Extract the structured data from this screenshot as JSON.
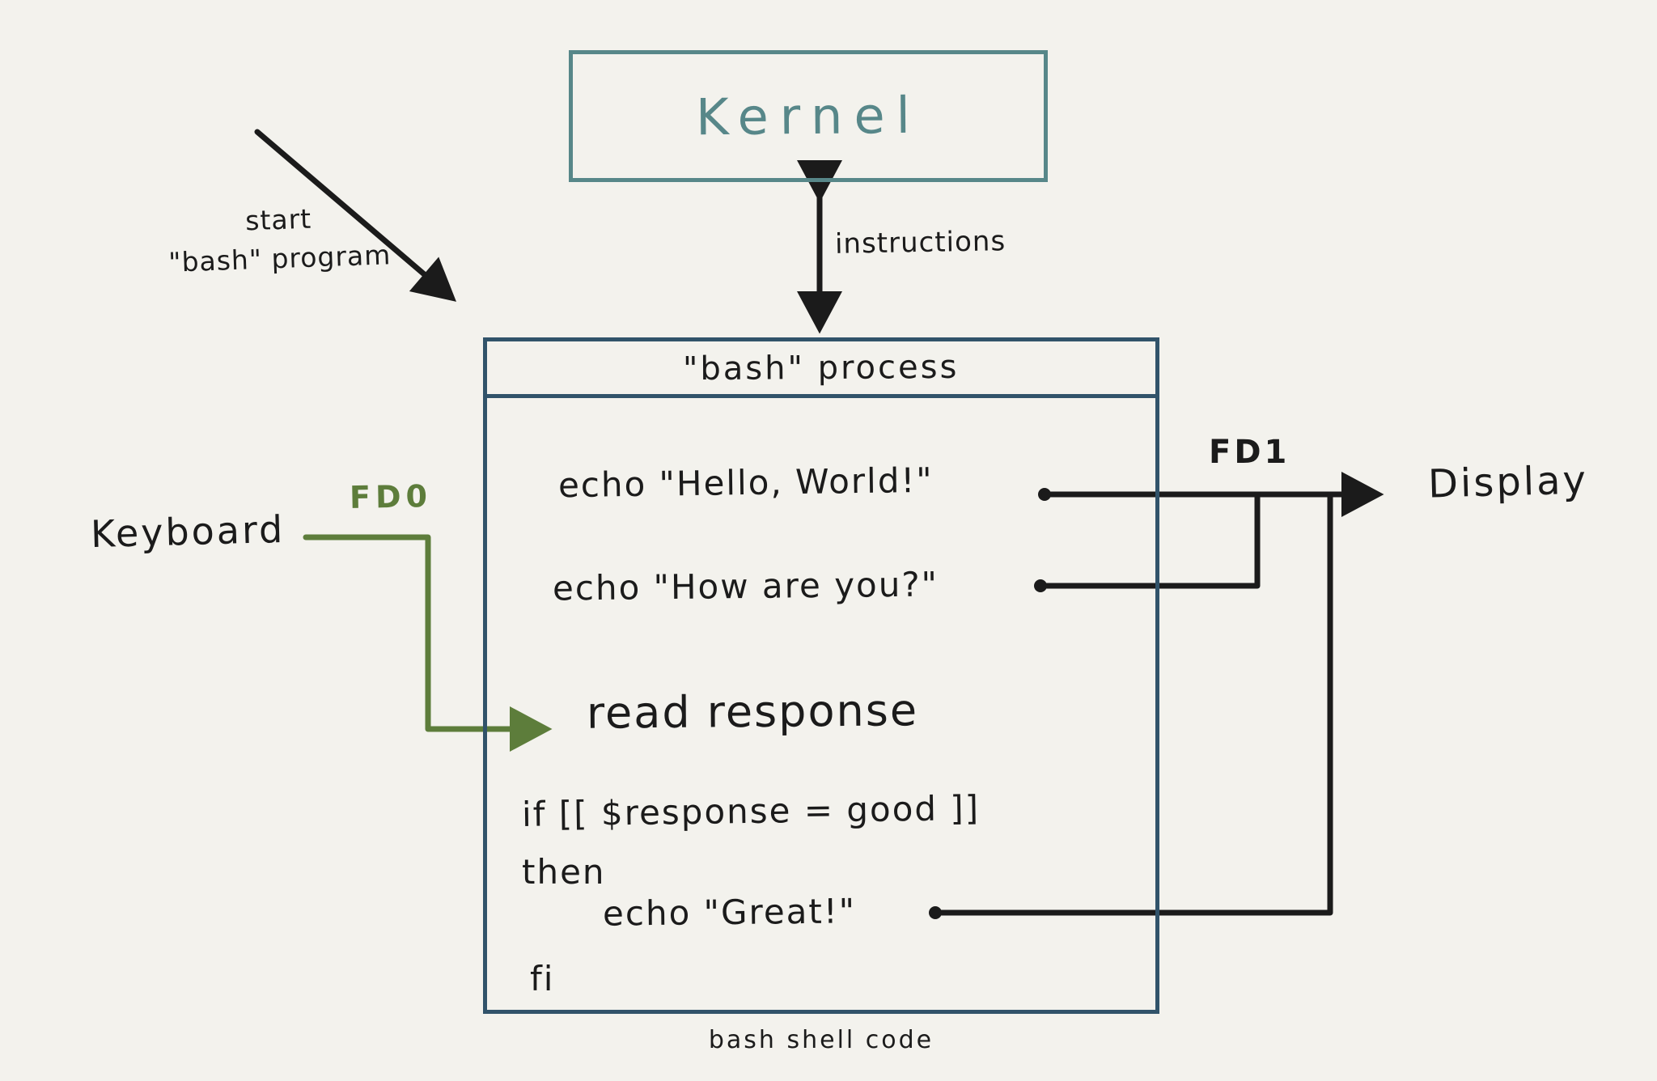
{
  "colors": {
    "background": "#f3f2ed",
    "teal": "#578789",
    "slate": "#31536a",
    "green": "#5d7d3b",
    "ink": "#1b1b1b"
  },
  "kernel": {
    "label": "Kernel"
  },
  "start_annotation": {
    "line1": "start",
    "line2": "\"bash\" program"
  },
  "instructions_label": "instructions",
  "process": {
    "title": "\"bash\" process",
    "code_lines": [
      "echo \"Hello, World!\"",
      "echo \"How are you?\"",
      "read response",
      "if [[ $response = good ]]",
      "then",
      "echo \"Great!\"",
      "fi"
    ],
    "caption": "bash shell code"
  },
  "keyboard_label": "Keyboard",
  "fd0_label": "FD0",
  "fd1_label": "FD1",
  "display_label": "Display"
}
